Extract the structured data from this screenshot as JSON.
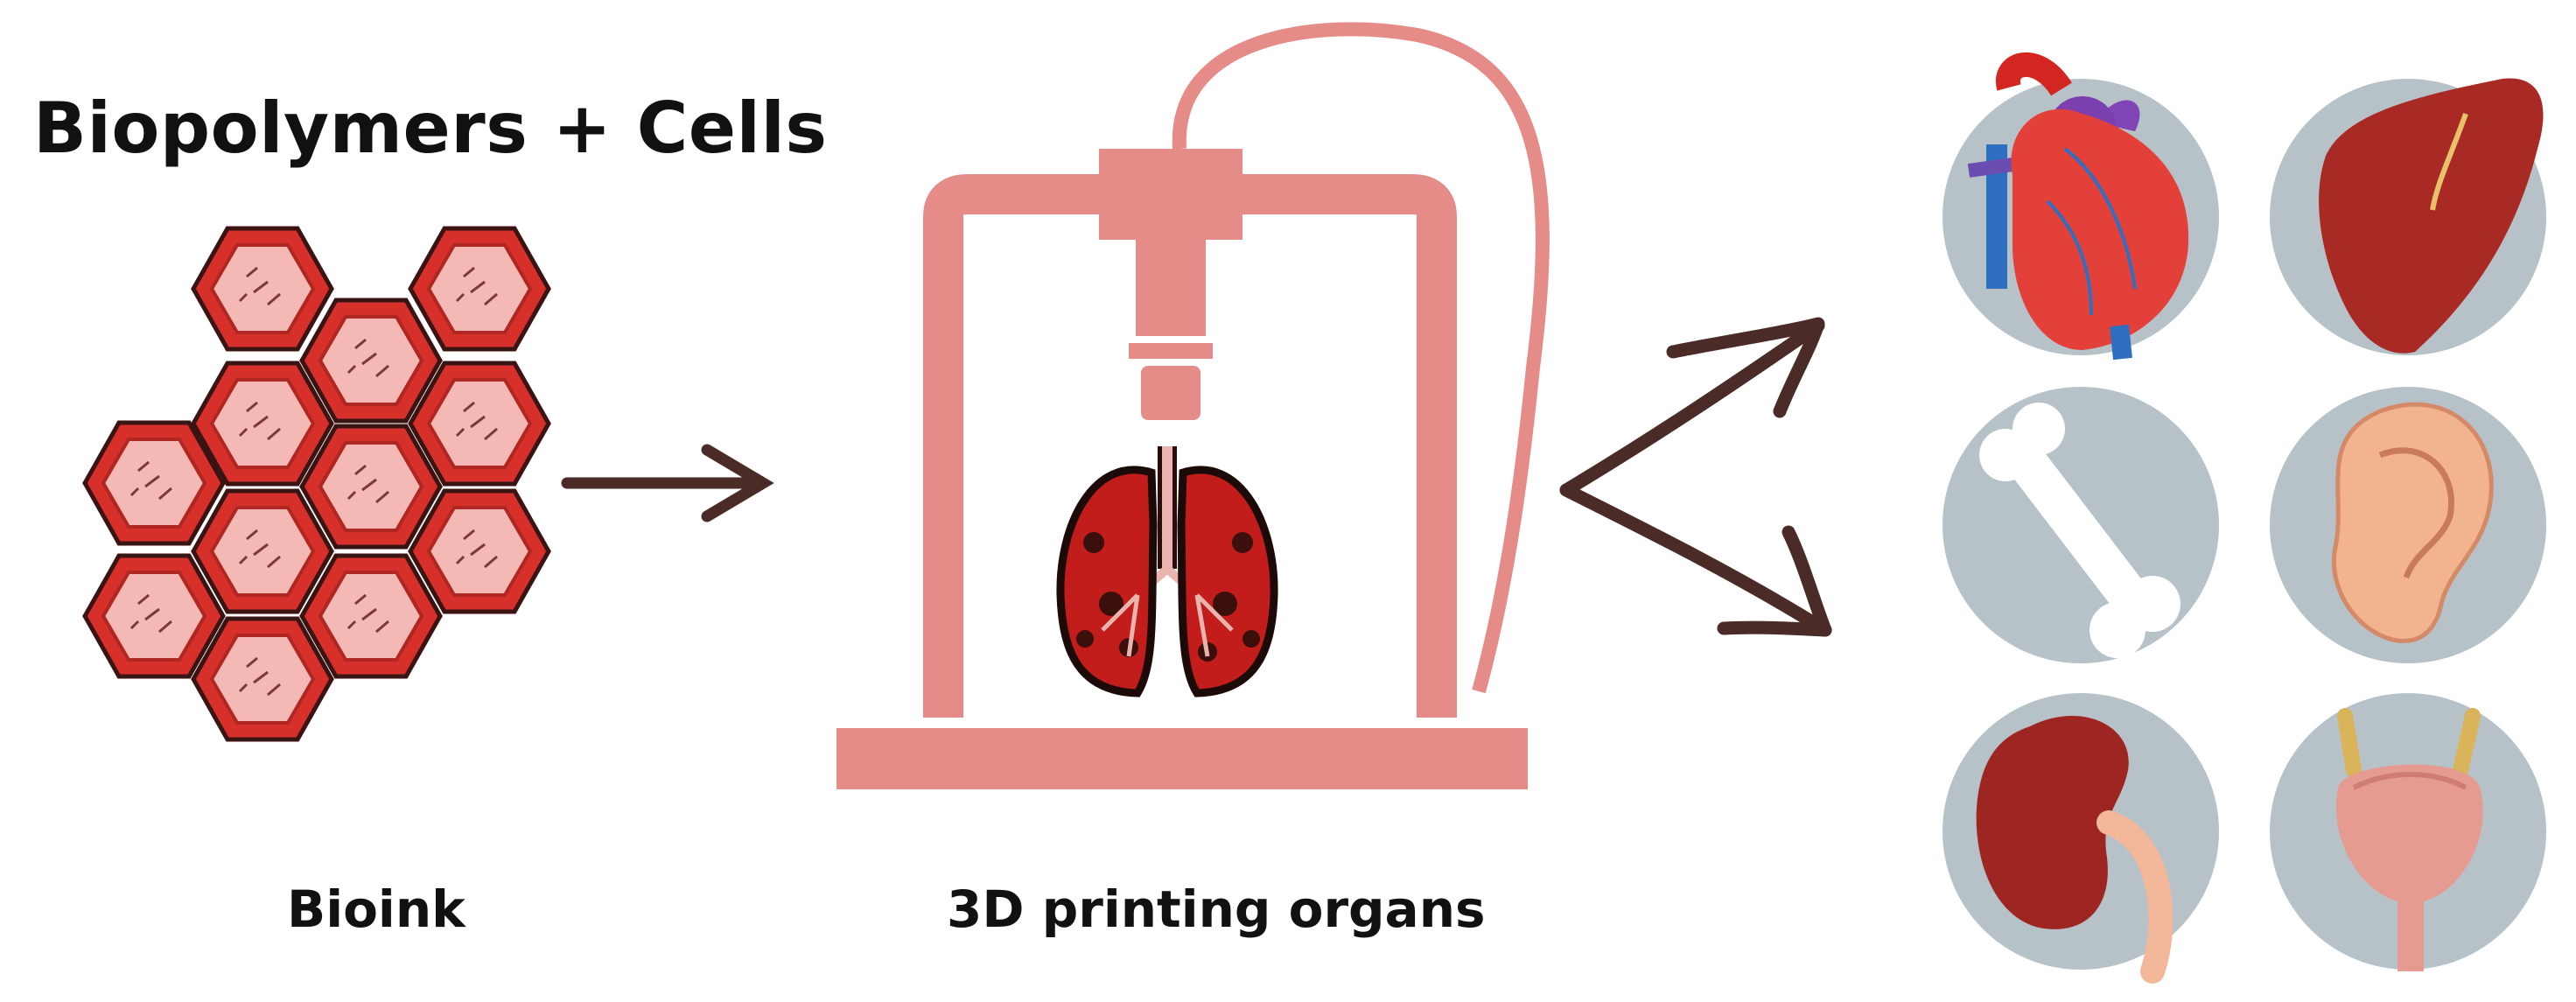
{
  "labels": {
    "title": "Biopolymers + Cells",
    "bioink": "Bioink",
    "printing": "3D printing organs"
  },
  "icons": {
    "cells": "hexagon-cell-cluster",
    "printer": "bioprinter",
    "lungs": "lungs-icon",
    "organs": [
      "heart-icon",
      "liver-icon",
      "bone-icon",
      "ear-icon",
      "kidney-icon",
      "bladder-icon"
    ]
  },
  "colors": {
    "cell_fill": "#f4b9b4",
    "cell_border": "#d7302b",
    "printer": "#e58c89",
    "arrow": "#4a2b28",
    "organ_bg": "#b7c2c8"
  }
}
